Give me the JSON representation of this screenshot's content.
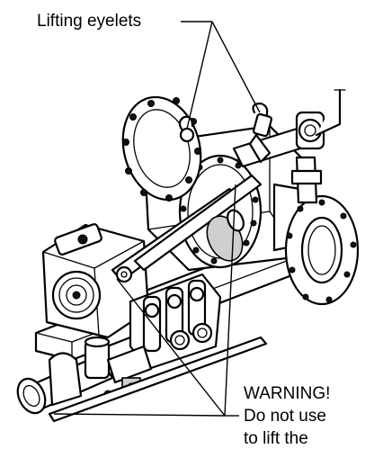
{
  "labels": {
    "lifting_eyelets": "Lifting eyelets",
    "warning_line1": "WARNING!",
    "warning_line2": "Do not use",
    "warning_line3": "to lift the"
  },
  "colors": {
    "ink": "#000000",
    "background": "#ffffff",
    "shade": "#cfcfcf"
  }
}
